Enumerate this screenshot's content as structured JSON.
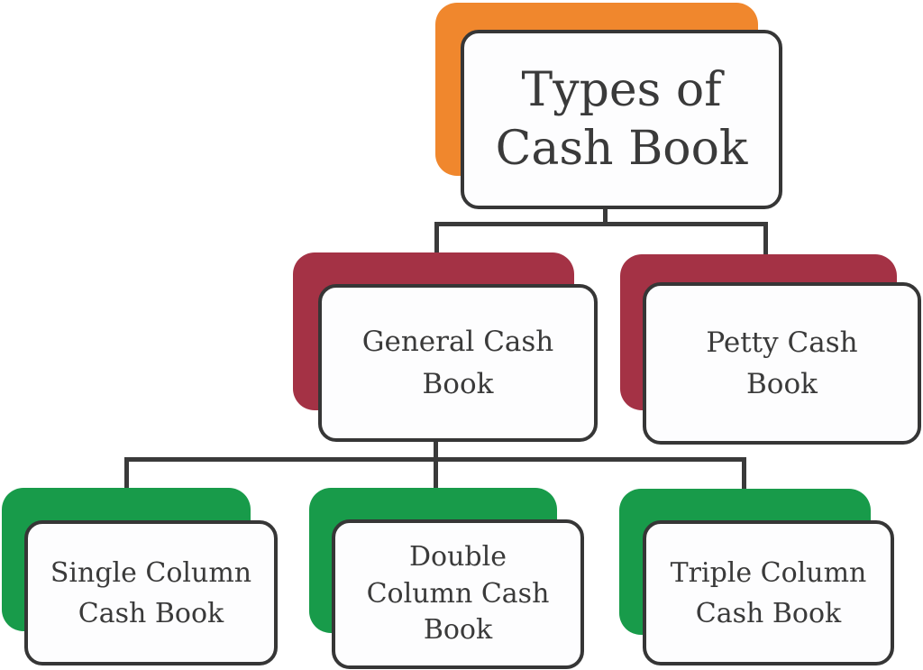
{
  "diagram": {
    "root": {
      "label": "Types of\nCash Book"
    },
    "level2": [
      {
        "id": "general",
        "label": "General Cash\nBook"
      },
      {
        "id": "petty",
        "label": "Petty Cash\nBook"
      }
    ],
    "level3": [
      {
        "id": "single",
        "label": "Single Column\nCash Book"
      },
      {
        "id": "double",
        "label": "Double\nColumn Cash\nBook"
      },
      {
        "id": "triple",
        "label": "Triple Column\nCash Book"
      }
    ],
    "colors": {
      "root_accent": "#F0872D",
      "level2_accent": "#A43245",
      "level3_accent": "#189B4A",
      "ink": "#3A3A3A",
      "card_fill": "#FDFDFE",
      "background": "#FFFFFF"
    }
  }
}
